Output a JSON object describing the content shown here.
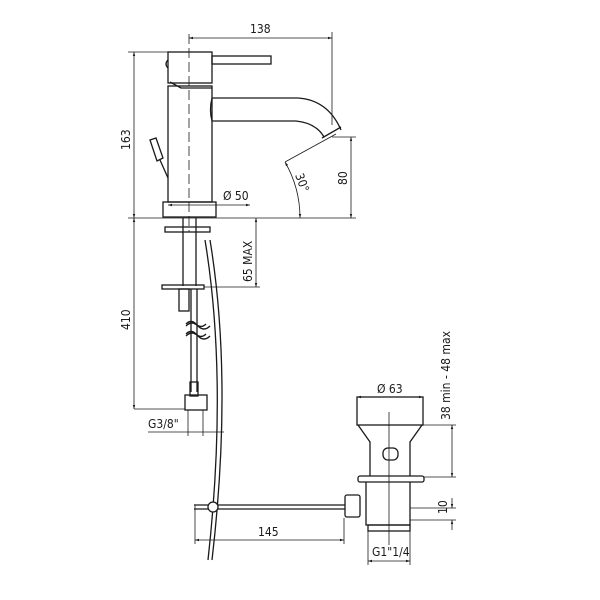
{
  "drawing": {
    "dimensions": {
      "spout_reach": "138",
      "height": "163",
      "base_diameter": "Ø 50",
      "spout_angle": "30°",
      "spout_height": "80",
      "deck_thickness": "65 MAX",
      "hose_length": "410",
      "hose_connection": "G3/8\"",
      "waste_diameter": "Ø 63",
      "basin_thickness": "38 min - 48 max",
      "rod_offset": "10",
      "rod_length": "145",
      "waste_thread": "G1\"1/4"
    }
  }
}
